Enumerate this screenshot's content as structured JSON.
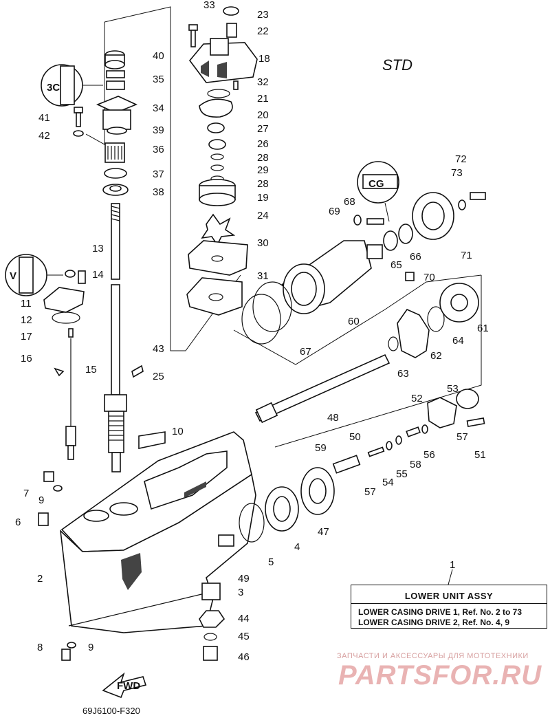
{
  "variant_label": "STD",
  "drawing_code": "69J6100-F320",
  "fwd_label": "FWD",
  "tool_badge_1": "3C",
  "tool_badge_2": "CG",
  "tool_badge_3": "V",
  "legend": {
    "ref_number": "1",
    "title": "LOWER UNIT ASSY",
    "rows": [
      "LOWER CASING DRIVE 1,  Ref. No. 2 to 73",
      "LOWER CASING DRIVE 2,  Ref. No. 4, 9"
    ]
  },
  "watermark": {
    "tagline": "ЗАПЧАСТИ И АКСЕССУАРЫ ДЛЯ МОТОТЕХНИКИ",
    "logo": "PARTSFOR.RU"
  },
  "callouts": [
    "33",
    "23",
    "22",
    "18",
    "32",
    "21",
    "20",
    "27",
    "26",
    "28",
    "29",
    "28",
    "19",
    "24",
    "30",
    "31",
    "40",
    "35",
    "34",
    "39",
    "36",
    "37",
    "38",
    "41",
    "42",
    "13",
    "14",
    "11",
    "12",
    "17",
    "16",
    "15",
    "43",
    "25",
    "10",
    "7",
    "9",
    "6",
    "2",
    "8",
    "9",
    "3",
    "44",
    "45",
    "46",
    "49",
    "5",
    "4",
    "47",
    "59",
    "50",
    "57",
    "54",
    "55",
    "58",
    "56",
    "51",
    "52",
    "53",
    "57",
    "48",
    "63",
    "62",
    "64",
    "61",
    "60",
    "67",
    "65",
    "66",
    "69",
    "68",
    "70",
    "71",
    "73",
    "72"
  ]
}
